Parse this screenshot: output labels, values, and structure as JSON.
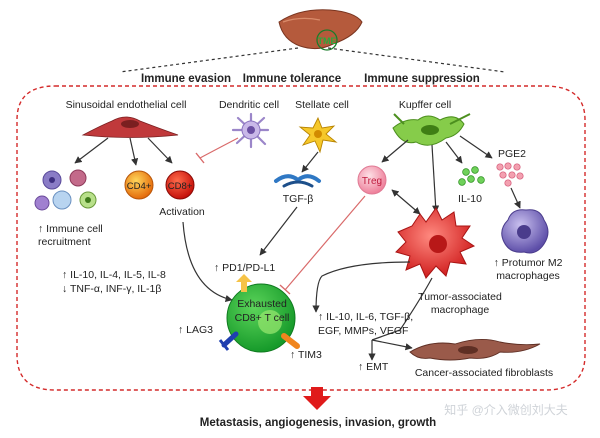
{
  "liver": {
    "tme_label": "TME"
  },
  "categories": {
    "evasion": "Immune evasion",
    "tolerance": "Immune tolerance",
    "suppression": "Immune suppression"
  },
  "cells": {
    "endothelial": "Sinusoidal endothelial cell",
    "dendritic": "Dendritic cell",
    "stellate": "Stellate cell",
    "kupffer": "Kupffer cell",
    "cd4": "CD4+",
    "cd8": "CD8+",
    "activation": "Activation",
    "treg": "Treg",
    "pge2": "PGE2",
    "il10": "IL-10",
    "tgf": "TGF-β",
    "m2_line1": "↑ Protumor M2",
    "m2_line2": "macrophages",
    "tam_line1": "Tumor-associated",
    "tam_line2": "macrophage",
    "exhausted_line1": "Exhausted",
    "exhausted_line2": "CD8+ T cell",
    "caf": "Cancer-associated fibroblasts"
  },
  "labels": {
    "recruit_line1": "↑ Immune cell",
    "recruit_line2": "recruitment",
    "cytokines_up": "↑ IL-10, IL-4, IL-5, IL-8",
    "cytokines_down": "↓ TNF-α, INF-γ, IL-1β",
    "pd1": "↑ PD1/PD-L1",
    "lag3": "↑ LAG3",
    "tim3": "↑ TIM3",
    "tam_factors_line1": "↑ IL-10, IL-6, TGF-β,",
    "tam_factors_line2": "EGF, MMPs, VEGF",
    "emt": "↑ EMT"
  },
  "outcome": "Metastasis, angiogenesis, invasion, growth",
  "watermark": "知乎 @介入微创刘大夫",
  "colors": {
    "border": "#d42a2a",
    "liver": "#b55a3c",
    "arrow": "#333333",
    "inhibit": "#d96a6a",
    "exhausted": "#22b43a",
    "tam": "#e02d2d",
    "kupffer": "#7dc242",
    "stellate": "#f2b705",
    "treg": "#f49ab0",
    "m2": "#7b6bb5",
    "caf": "#9a5a4a",
    "outcome_arrow": "#e01b1b"
  }
}
